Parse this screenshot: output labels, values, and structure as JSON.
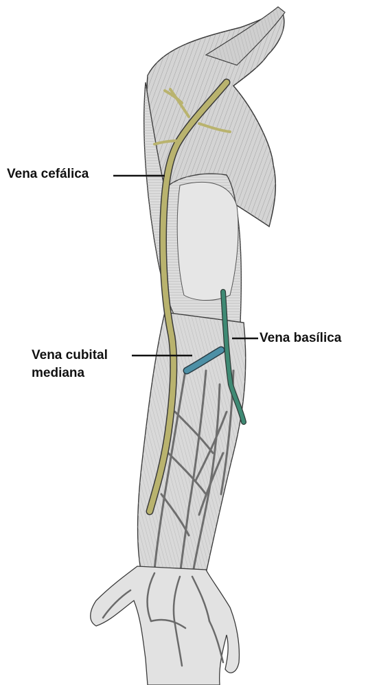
{
  "labels": {
    "cephalic": "Vena cefálica",
    "basilic": "Vena basílica",
    "median_cubital_line1": "Vena cubital",
    "median_cubital_line2": "mediana"
  },
  "colors": {
    "cephalic_vein": "#b9b36e",
    "basilic_vein": "#3f8a74",
    "median_cubital_vein": "#4d90a6",
    "muscle": "#d8d8d8",
    "outline": "#3a3a3a",
    "shade": "#8e8e8e",
    "label_text": "#111111",
    "leader_line": "#111111"
  }
}
